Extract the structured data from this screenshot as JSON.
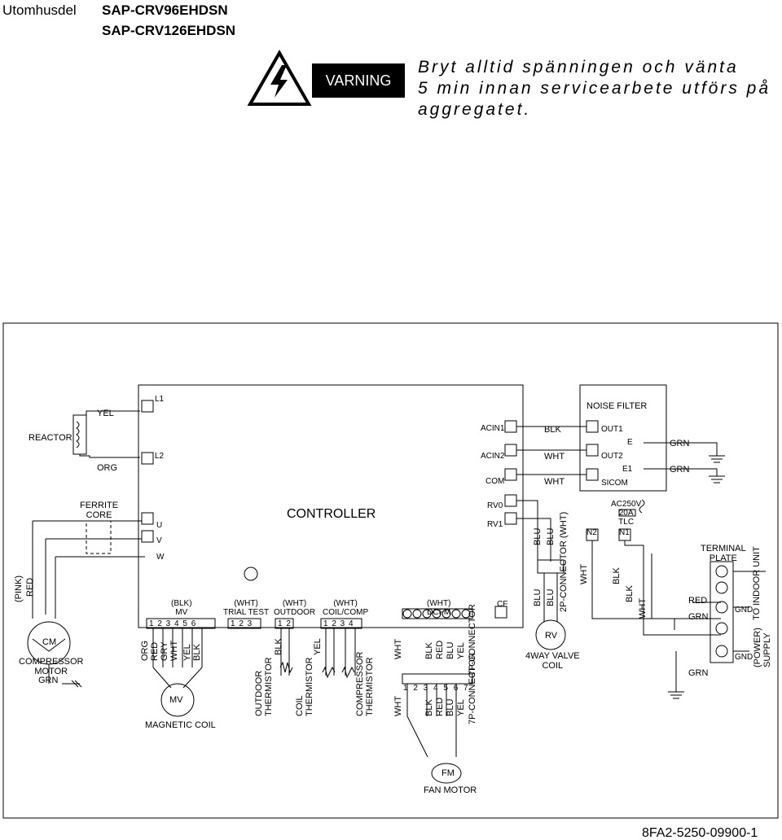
{
  "header": {
    "unit_label": "Utomhusdel",
    "model1": "SAP-CRV96EHDSN",
    "model2": "SAP-CRV126EHDSN"
  },
  "warning": {
    "badge": "VARNING",
    "text": "Bryt alltid spänningen och vänta\n5 min innan servicearbete utförs på\naggregatet."
  },
  "diagram": {
    "controller": "CONTROLLER",
    "reactor": "REACTOR",
    "yel": "YEL",
    "org": "ORG",
    "ferrite_core": "FERRITE\nCORE",
    "l1": "L1",
    "l2": "L2",
    "u": "U",
    "v": "V",
    "w": "W",
    "pink": "(PINK)",
    "red": "RED",
    "cm": "CM",
    "compressor_motor": "COMPRESSOR\nMOTOR",
    "grn": "GRN",
    "acin1": "ACIN1",
    "acin2": "ACIN2",
    "com": "COM",
    "rv0": "RV0",
    "rv1": "RV1",
    "blk": "BLK",
    "wht": "WHT",
    "blu": "BLU",
    "noise_filter": "NOISE FILTER",
    "out1": "OUT1",
    "out2": "OUT2",
    "e": "E",
    "e1": "E1",
    "sicom": "SICOM",
    "fuse": "AC250V\n20A\nTLC",
    "n2": "N2",
    "n1": "N1",
    "terminal_plate": "TERMINAL\nPLATE",
    "gnd": "GND",
    "to_indoor": "TO INDOOR UNIT",
    "power_supply": "(POWER)\nSUPPLY",
    "connector_2p": "2P-CONNECTOR (WHT)",
    "rv": "RV",
    "four_way": "4WAY VALVE\nCOIL",
    "mv_conn": "(BLK)\nMV",
    "trial_conn": "(WHT)\nTRIAL TEST",
    "outdoor_conn": "(WHT)\nOUTDOOR",
    "coilcomp_conn": "(WHT)\nCOIL/COMP",
    "dcfm_conn": "(WHT)\nDCFM",
    "cf": "CF",
    "mv_wires": [
      "ORG",
      "RED",
      "GRY",
      "WHT",
      "YEL",
      "BLK"
    ],
    "mv": "MV",
    "magnetic_coil": "MAGNETIC COIL",
    "outdoor_therm": "OUTDOOR\nTHERMISTOR",
    "coil_therm": "COIL\nTHERMISTOR",
    "comp_therm": "COMPRESSOR\nTHERMISTOR",
    "yel2": "YEL",
    "conn_7p": "7P-CONNECTOR",
    "fan_wires": [
      "BLK",
      "RED",
      "BLU",
      "YEL"
    ],
    "fm": "FM",
    "fan_motor": "FAN MOTOR",
    "pins6": "1 2 3 4 5 6",
    "pins3": "1 2 3",
    "pins2": "1 2",
    "pins4": "1 2 3 4",
    "pins7": "1 2 3 4 5 6 7"
  },
  "footer": {
    "doc_number": "8FA2-5250-09900-1"
  }
}
